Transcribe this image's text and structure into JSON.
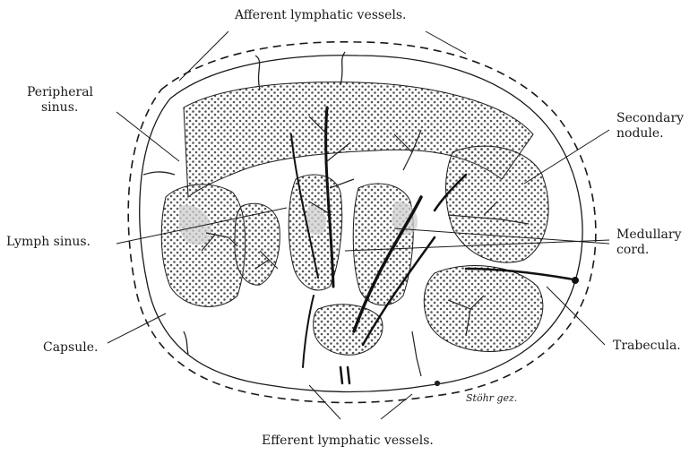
{
  "figure": {
    "labels": {
      "afferent": "Afferent lymphatic vessels.",
      "peripheral_sinus_line1": "Peripheral",
      "peripheral_sinus_line2": "sinus.",
      "secondary_nodule_line1": "Secondary",
      "secondary_nodule_line2": "nodule.",
      "lymph_sinus": "Lymph sinus.",
      "medullary_cord_line1": "Medullary",
      "medullary_cord_line2": "cord.",
      "capsule": "Capsule.",
      "trabecula": "Trabecula.",
      "efferent": "Efferent lymphatic vessels."
    },
    "signature": "Stöhr gez.",
    "colors": {
      "ink": "#1a1a1a",
      "shading": "#cfcfcf",
      "dots": "#555555"
    }
  }
}
